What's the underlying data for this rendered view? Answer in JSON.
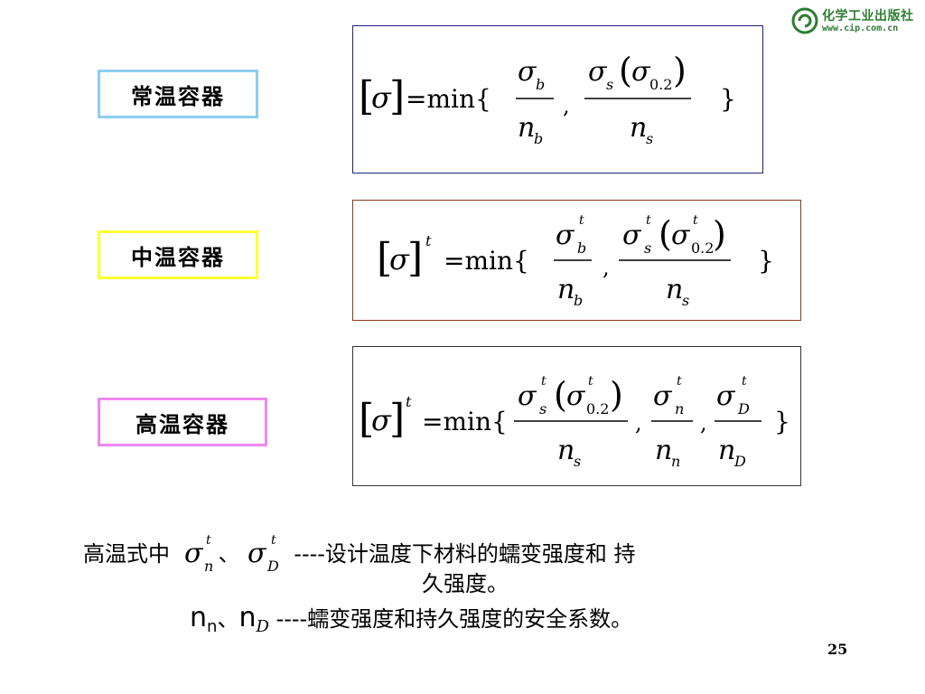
{
  "logo": {
    "name": "化学工业出版社",
    "url": "www.cip.com.cn",
    "color": "#2e7d32"
  },
  "labels": {
    "normal": "常温容器",
    "medium": "中温容器",
    "high": "高温容器"
  },
  "formulas": {
    "eq": "=min{",
    "close": "}",
    "comma": ",",
    "sub_b": "b",
    "sub_s": "s",
    "sub_n": "n",
    "sub_D": "D",
    "sup_t": "t",
    "sub_02": "0.2",
    "n": "n",
    "sigma": "σ"
  },
  "notes": {
    "line1_prefix": "高温式中",
    "sep": "、",
    "line1_suffix": "----设计温度下材料的蠕变强度和 持",
    "line1_cont": "久强度。",
    "line2_n": "n",
    "line2_sub_n": "n",
    "line2_sub_D": "D",
    "line2_suffix": "----蠕变强度和持久强度的安全系数。"
  },
  "page_number": "25"
}
